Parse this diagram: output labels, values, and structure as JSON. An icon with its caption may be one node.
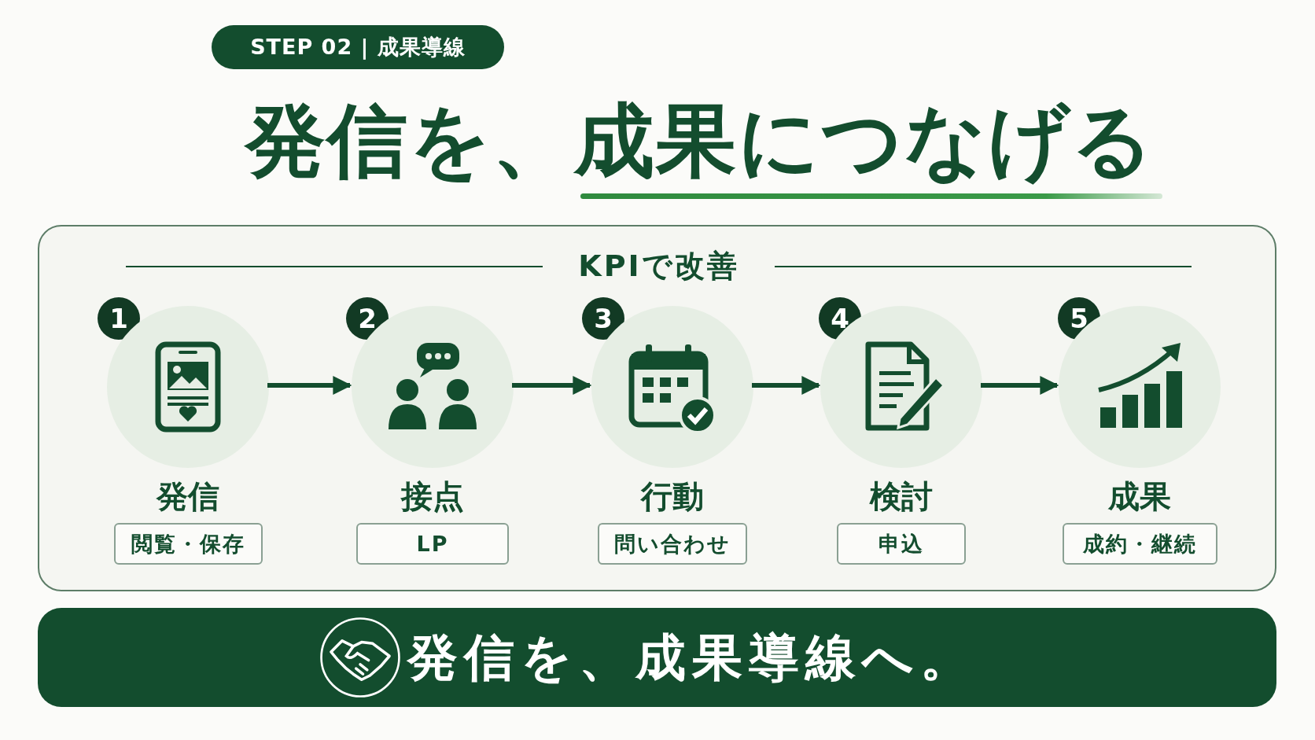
{
  "diagram": {
    "title": "発信を、成果につなげる",
    "nodes": [
      {
        "text": [
          "STEP 02 | 成果導線"
        ]
      },
      {
        "text": [
          "KPIで改善"
        ]
      },
      {
        "text": [
          "1"
        ],
        "in": 1
      },
      {
        "text": [],
        "shape": "circle",
        "in": 1,
        "beside": [
          "発信"
        ]
      },
      {
        "text": [
          "閲覧・保存"
        ],
        "in": 1
      },
      {
        "text": [
          "2"
        ],
        "in": 1
      },
      {
        "text": [],
        "shape": "circle",
        "in": 1,
        "beside": [
          "接点"
        ]
      },
      {
        "text": [
          "LP"
        ],
        "in": 1
      },
      {
        "text": [
          "3"
        ],
        "in": 1
      },
      {
        "text": [],
        "shape": "circle",
        "in": 1,
        "beside": [
          "行動"
        ]
      },
      {
        "text": [
          "問い合わせ"
        ],
        "in": 1
      },
      {
        "text": [
          "4"
        ],
        "in": 1
      },
      {
        "text": [],
        "shape": "circle",
        "in": 1,
        "beside": [
          "検討"
        ]
      },
      {
        "text": [
          "申込"
        ],
        "in": 1
      },
      {
        "text": [
          "5"
        ],
        "in": 1
      },
      {
        "text": [],
        "shape": "circle",
        "in": 1,
        "beside": [
          "成果"
        ]
      },
      {
        "text": [
          "成約・継続"
        ],
        "in": 1
      },
      {
        "text": [
          "発信を、成果導線へ。"
        ]
      }
    ],
    "edges": [
      {
        "from": 3,
        "to": 6,
        "arrow": "to"
      },
      {
        "from": 6,
        "to": 9,
        "arrow": "to"
      },
      {
        "from": 9,
        "to": 12,
        "arrow": "to"
      },
      {
        "from": 12,
        "to": 15,
        "arrow": "to"
      }
    ]
  }
}
